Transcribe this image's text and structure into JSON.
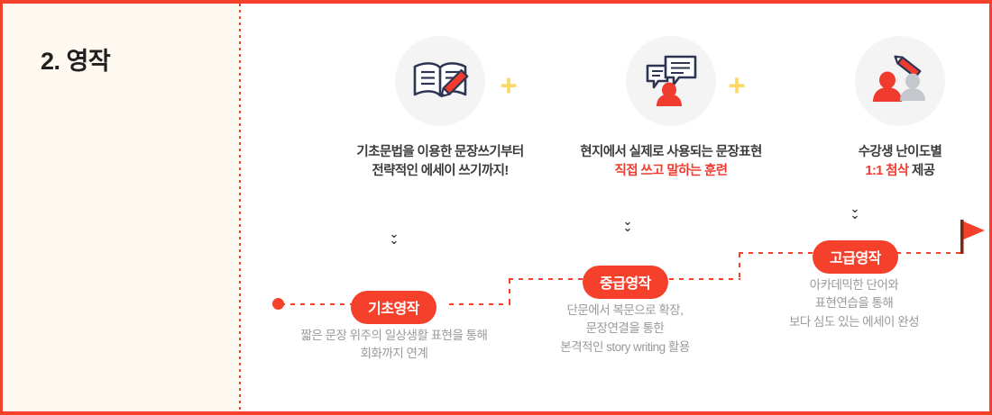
{
  "section": {
    "title": "2. 영작"
  },
  "colors": {
    "border": "#F5402C",
    "accent_red": "#F03C2E",
    "badge_red": "#F5402C",
    "plus_yellow": "#FBD863",
    "left_bg": "#FDF9F1",
    "icon_circle_bg": "#F4F4F4",
    "icon_outline": "#2E3552",
    "desc_gray": "#999999",
    "heading_dark": "#231F20"
  },
  "features": [
    {
      "icon": "book-pencil-icon",
      "lines": [
        {
          "text": "기초문법을 이용한 문장쓰기부터",
          "accent": false
        },
        {
          "text": "전략적인 에세이 쓰기까지!",
          "accent": false
        }
      ]
    },
    {
      "icon": "speech-bubbles-person-icon",
      "lines": [
        {
          "text": "현지에서 실제로 사용되는 문장표현",
          "accent": false
        },
        {
          "text": "직접 쓰고 말하는 훈련",
          "accent": true
        }
      ]
    },
    {
      "icon": "two-people-pencil-icon",
      "lines": [
        {
          "text": "수강생 난이도별",
          "accent": false
        },
        {
          "text": "1:1 첨삭 제공",
          "accent": "partial",
          "accent_part": "1:1 첨삭",
          "plain_part": " 제공"
        }
      ]
    }
  ],
  "separators": [
    {
      "symbol": "+",
      "name": "plus-separator"
    },
    {
      "symbol": "+",
      "name": "plus-separator"
    }
  ],
  "chevrons": [
    {
      "symbol": "⌄"
    },
    {
      "symbol": "⌄"
    },
    {
      "symbol": "⌄"
    }
  ],
  "stages": [
    {
      "badge": "기초영작",
      "description": "짧은 문장 위주의 일상생활 표현을 통해\n회화까지 연계"
    },
    {
      "badge": "중급영작",
      "description": "단문에서 복문으로 확장,\n문장연결을 통한\n본격적인 story writing 활용"
    },
    {
      "badge": "고급영작",
      "description": "아카데믹한 단어와\n표현연습을 통해\n보다 심도 있는 에세이 완성"
    }
  ],
  "path": {
    "start_marker": "start-dot",
    "end_marker": "goal-flag"
  }
}
